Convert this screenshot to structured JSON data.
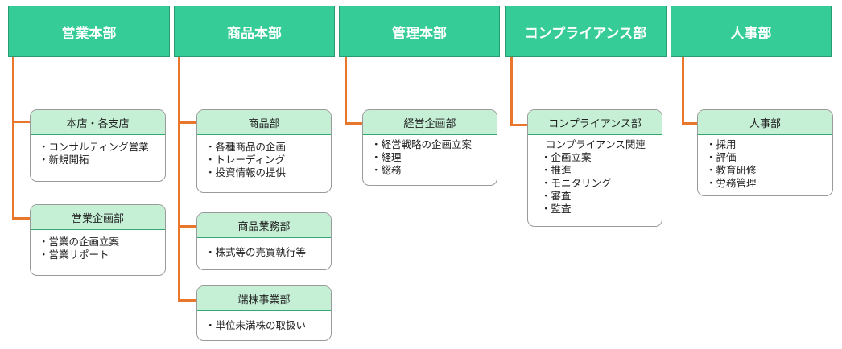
{
  "departments": [
    {
      "name": "営業本部"
    },
    {
      "name": "商品本部"
    },
    {
      "name": "管理本部"
    },
    {
      "name": "コンプライアンス部"
    },
    {
      "name": "人事部"
    }
  ],
  "divisions": {
    "eigyo": [
      {
        "title": "本店・各支店",
        "items": [
          "・コンサルティング営業",
          "・新規開拓"
        ]
      },
      {
        "title": "営業企画部",
        "items": [
          "・営業の企画立案",
          "・営業サポート"
        ]
      }
    ],
    "shohin": [
      {
        "title": "商品部",
        "items": [
          "・各種商品の企画",
          "・トレーディング",
          "・投資情報の提供"
        ]
      },
      {
        "title": "商品業務部",
        "items": [
          "・株式等の売買執行等"
        ]
      },
      {
        "title": "端株事業部",
        "items": [
          "・単位未満株の取扱い"
        ]
      }
    ],
    "kanri": [
      {
        "title": "経営企画部",
        "items": [
          "・経営戦略の企画立案",
          "・経理",
          "・総務"
        ]
      }
    ],
    "compliance": [
      {
        "title": "コンプライアンス部",
        "heading": "コンプライアンス関連",
        "items": [
          "・企画立案",
          "・推進",
          "・モニタリング",
          "・審査",
          "・監査"
        ]
      }
    ],
    "jinji": [
      {
        "title": "人事部",
        "items": [
          "・採用",
          "・評価",
          "・教育研修",
          "・労務管理"
        ]
      }
    ]
  },
  "colors": {
    "header_fill": "#35cc98",
    "card_header_fill": "#c5f0d5",
    "connector": "#e8762b"
  }
}
